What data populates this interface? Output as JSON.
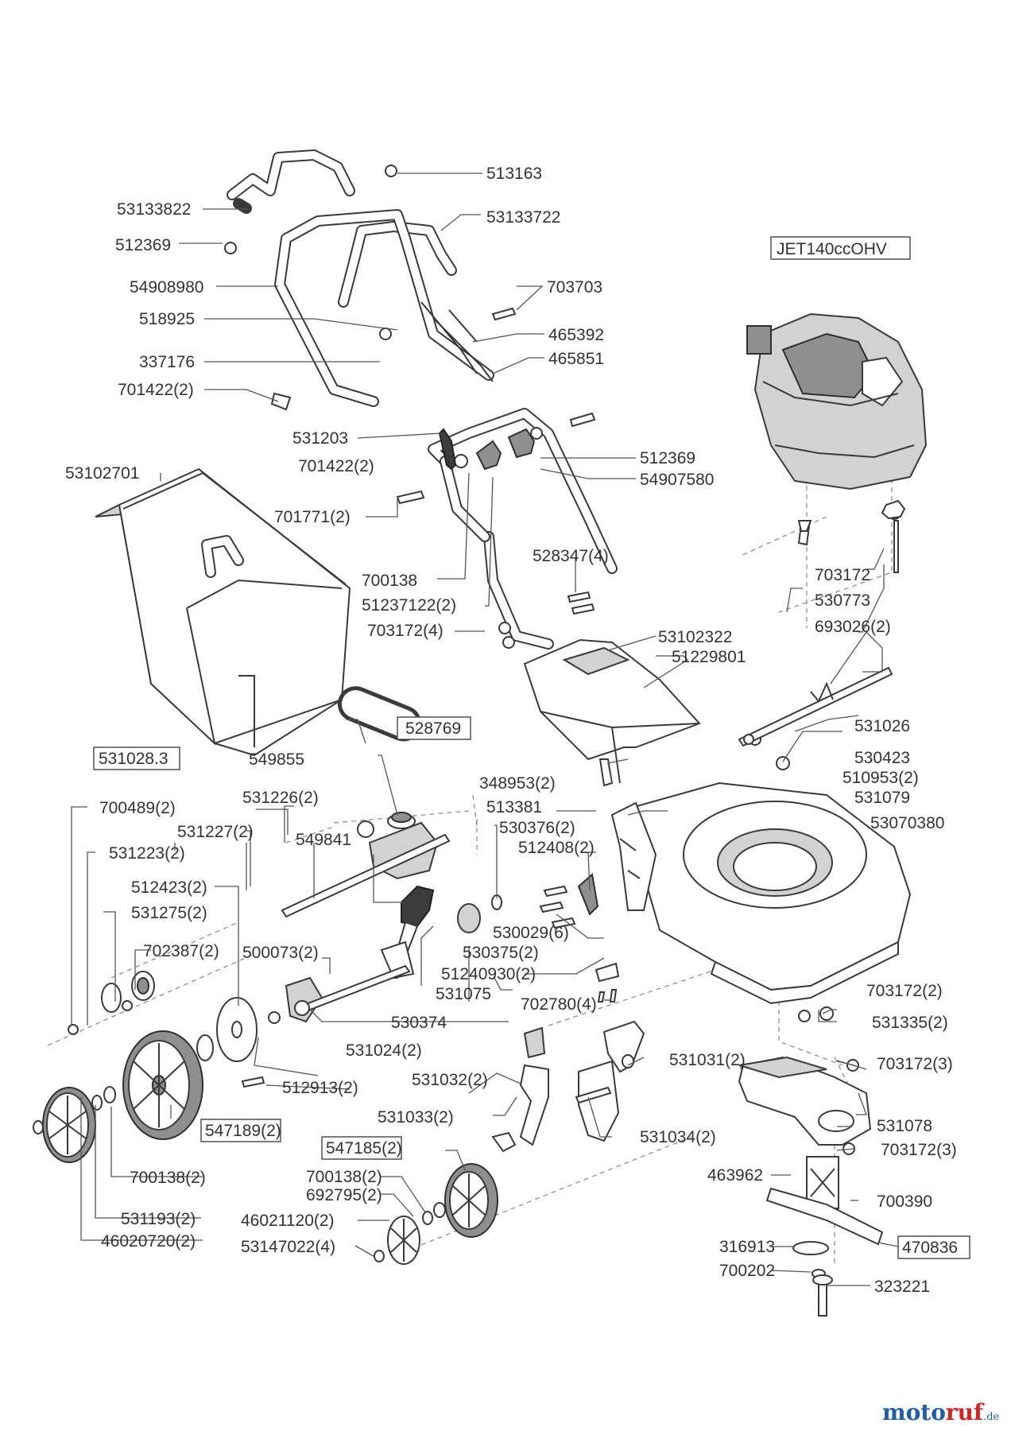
{
  "part_labels": [
    {
      "id": "p1",
      "text": "513163"
    },
    {
      "id": "p2",
      "text": "53133822"
    },
    {
      "id": "p3",
      "text": "53133722"
    },
    {
      "id": "p4",
      "text": "512369"
    },
    {
      "id": "p5",
      "text": "JET140ccOHV"
    },
    {
      "id": "p6",
      "text": "54908980"
    },
    {
      "id": "p7",
      "text": "703703"
    },
    {
      "id": "p8",
      "text": "518925"
    },
    {
      "id": "p9",
      "text": "465392"
    },
    {
      "id": "p10",
      "text": "337176"
    },
    {
      "id": "p11",
      "text": "465851"
    },
    {
      "id": "p12",
      "text": "701422(2)"
    },
    {
      "id": "p13",
      "text": "531203"
    },
    {
      "id": "p14",
      "text": "512369"
    },
    {
      "id": "p15",
      "text": "701422(2)"
    },
    {
      "id": "p16",
      "text": "54907580"
    },
    {
      "id": "p17",
      "text": "53102701"
    },
    {
      "id": "p18",
      "text": "701771(2)"
    },
    {
      "id": "p19",
      "text": "528347(4)"
    },
    {
      "id": "p20",
      "text": "703172"
    },
    {
      "id": "p21",
      "text": "700138"
    },
    {
      "id": "p22",
      "text": "530773"
    },
    {
      "id": "p23",
      "text": "51237122(2)"
    },
    {
      "id": "p24",
      "text": "693026(2)"
    },
    {
      "id": "p25",
      "text": "703172(4)"
    },
    {
      "id": "p26",
      "text": "53102322"
    },
    {
      "id": "p27",
      "text": "51229801"
    },
    {
      "id": "p28",
      "text": "531026"
    },
    {
      "id": "p29",
      "text": "528769"
    },
    {
      "id": "p30",
      "text": "530423"
    },
    {
      "id": "p31",
      "text": "531028.3"
    },
    {
      "id": "p32",
      "text": "510953(2)"
    },
    {
      "id": "p33",
      "text": "549855"
    },
    {
      "id": "p34",
      "text": "348953(2)"
    },
    {
      "id": "p35",
      "text": "531079"
    },
    {
      "id": "p36",
      "text": "531226(2)"
    },
    {
      "id": "p37",
      "text": "513381"
    },
    {
      "id": "p38",
      "text": "700489(2)"
    },
    {
      "id": "p39",
      "text": "53070380"
    },
    {
      "id": "p40",
      "text": "531227(2)"
    },
    {
      "id": "p41",
      "text": "530376(2)"
    },
    {
      "id": "p42",
      "text": "549841"
    },
    {
      "id": "p43",
      "text": "531223(2)"
    },
    {
      "id": "p44",
      "text": "512408(2)"
    },
    {
      "id": "p45",
      "text": "512423(2)"
    },
    {
      "id": "p46",
      "text": "531275(2)"
    },
    {
      "id": "p47",
      "text": "530029(6)"
    },
    {
      "id": "p48",
      "text": "702387(2)"
    },
    {
      "id": "p49",
      "text": "500073(2)"
    },
    {
      "id": "p50",
      "text": "530375(2)"
    },
    {
      "id": "p51",
      "text": "51240930(2)"
    },
    {
      "id": "p52",
      "text": "531075"
    },
    {
      "id": "p53",
      "text": "702780(4)"
    },
    {
      "id": "p54",
      "text": "703172(2)"
    },
    {
      "id": "p55",
      "text": "530374"
    },
    {
      "id": "p56",
      "text": "531335(2)"
    },
    {
      "id": "p57",
      "text": "531024(2)"
    },
    {
      "id": "p58",
      "text": "531031(2)"
    },
    {
      "id": "p59",
      "text": "703172(3)"
    },
    {
      "id": "p60",
      "text": "512913(2)"
    },
    {
      "id": "p61",
      "text": "531032(2)"
    },
    {
      "id": "p62",
      "text": "547189(2)"
    },
    {
      "id": "p63",
      "text": "531078"
    },
    {
      "id": "p64",
      "text": "531033(2)"
    },
    {
      "id": "p65",
      "text": "531034(2)"
    },
    {
      "id": "p66",
      "text": "703172(3)"
    },
    {
      "id": "p67",
      "text": "547185(2)"
    },
    {
      "id": "p68",
      "text": "700138(2)"
    },
    {
      "id": "p69",
      "text": "463962"
    },
    {
      "id": "p70",
      "text": "700138(2)"
    },
    {
      "id": "p71",
      "text": "692795(2)"
    },
    {
      "id": "p72",
      "text": "700390"
    },
    {
      "id": "p73",
      "text": "531193(2)"
    },
    {
      "id": "p74",
      "text": "46021120(2)"
    },
    {
      "id": "p75",
      "text": "316913"
    },
    {
      "id": "p76",
      "text": "470836"
    },
    {
      "id": "p77",
      "text": "46020720(2)"
    },
    {
      "id": "p78",
      "text": "53147022(4)"
    },
    {
      "id": "p79",
      "text": "700202"
    },
    {
      "id": "p80",
      "text": "323221"
    }
  ],
  "logo": {
    "part1": "moto",
    "part2": "ruf",
    "part3": ".de"
  }
}
